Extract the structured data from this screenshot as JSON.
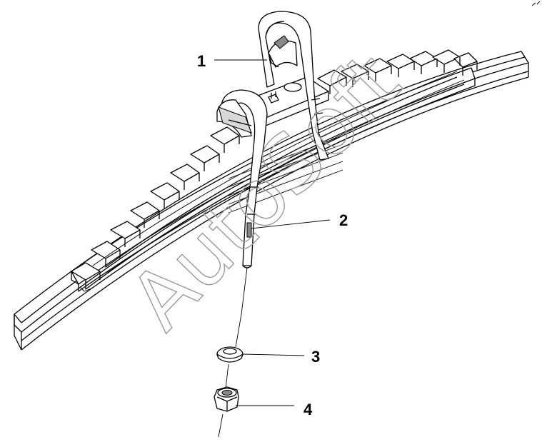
{
  "watermark": "AutoSoft",
  "callouts": [
    {
      "id": "1",
      "label": "1"
    },
    {
      "id": "2",
      "label": "2"
    },
    {
      "id": "3",
      "label": "3"
    },
    {
      "id": "4",
      "label": "4"
    }
  ],
  "colors": {
    "line": "#000000",
    "background": "#ffffff",
    "watermark": "#9a9a9a"
  }
}
